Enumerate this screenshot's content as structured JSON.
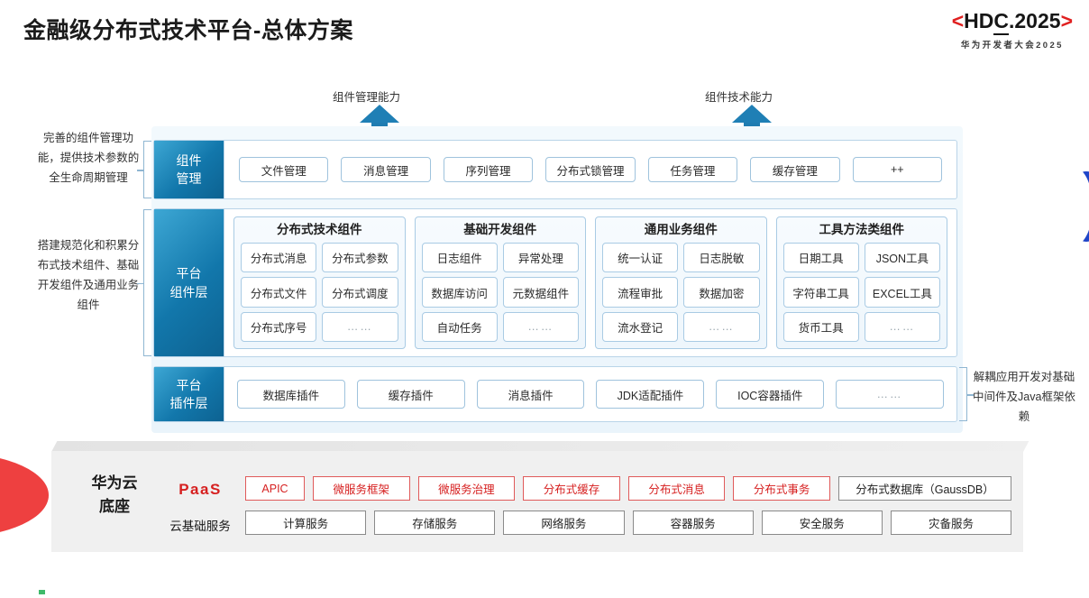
{
  "header": {
    "title": "金融级分布式技术平台-总体方案",
    "logo": {
      "bracket_left": "<",
      "bracket_right": ">",
      "main_a": "HD",
      "main_underlined": "C",
      "main_b": ".2025",
      "subtitle": "华为开发者大会2025",
      "accent_color": "#e02020"
    }
  },
  "arrows": [
    {
      "label": "组件管理能力"
    },
    {
      "label": "组件技术能力"
    }
  ],
  "notes": {
    "left_1": "完善的组件管理功能，提供技术参数的全生命周期管理",
    "left_2": "搭建规范化和积累分布式技术组件、基础开发组件及通用业务组件",
    "right_1": "解耦应用开发对基础中间件及Java框架依赖"
  },
  "layers": {
    "component_management": {
      "label_line1": "组件",
      "label_line2": "管理",
      "items": [
        "文件管理",
        "消息管理",
        "序列管理",
        "分布式锁管理",
        "任务管理",
        "缓存管理",
        "++"
      ]
    },
    "platform_component": {
      "label_line1": "平台",
      "label_line2": "组件层",
      "groups": [
        {
          "title": "分布式技术组件",
          "items": [
            "分布式消息",
            "分布式参数",
            "分布式文件",
            "分布式调度",
            "分布式序号",
            "……"
          ]
        },
        {
          "title": "基础开发组件",
          "items": [
            "日志组件",
            "异常处理",
            "数据库访问",
            "元数据组件",
            "自动任务",
            "……"
          ]
        },
        {
          "title": "通用业务组件",
          "items": [
            "统一认证",
            "日志脱敏",
            "流程审批",
            "数据加密",
            "流水登记",
            "……"
          ]
        },
        {
          "title": "工具方法类组件",
          "items": [
            "日期工具",
            "JSON工具",
            "字符串工具",
            "EXCEL工具",
            "货币工具",
            "……"
          ]
        }
      ]
    },
    "platform_plugin": {
      "label_line1": "平台",
      "label_line2": "插件层",
      "items": [
        "数据库插件",
        "缓存插件",
        "消息插件",
        "JDK适配插件",
        "IOC容器插件",
        "……"
      ]
    }
  },
  "base": {
    "title_line1": "华为云",
    "title_line2": "底座",
    "paas_label": "PaaS",
    "cloud_label": "云基础服务",
    "paas_items": [
      {
        "label": "APIC",
        "style": "red"
      },
      {
        "label": "微服务框架",
        "style": "red"
      },
      {
        "label": "微服务治理",
        "style": "red"
      },
      {
        "label": "分布式缓存",
        "style": "red"
      },
      {
        "label": "分布式消息",
        "style": "red"
      },
      {
        "label": "分布式事务",
        "style": "red"
      },
      {
        "label": "分布式数据库（GaussDB）",
        "style": "gray"
      }
    ],
    "infra_items": [
      {
        "label": "计算服务",
        "style": "gray"
      },
      {
        "label": "存储服务",
        "style": "gray"
      },
      {
        "label": "网络服务",
        "style": "gray"
      },
      {
        "label": "容器服务",
        "style": "gray"
      },
      {
        "label": "安全服务",
        "style": "gray"
      },
      {
        "label": "灾备服务",
        "style": "gray"
      }
    ]
  }
}
